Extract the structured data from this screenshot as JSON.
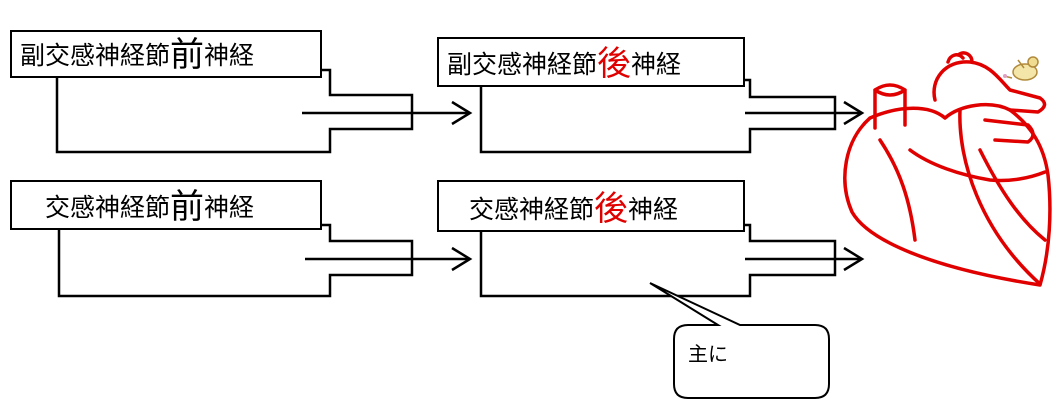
{
  "colors": {
    "emphasis_post": "#e00000",
    "heart": "#e00000",
    "line": "#000000"
  },
  "labels": {
    "para_pre": {
      "before": "副交感神経節",
      "emph": "前",
      "after": "神経"
    },
    "para_post": {
      "before": "副交感神経節",
      "emph": "後",
      "after": "神経"
    },
    "symp_pre": {
      "before": "交感神経節",
      "emph": "前",
      "after": "神経"
    },
    "symp_post": {
      "before": "交感神経節",
      "emph": "後",
      "after": "神経"
    }
  },
  "callout": {
    "text": "主に"
  },
  "icons": {
    "heart": "heart-icon",
    "bird": "bird-icon"
  }
}
